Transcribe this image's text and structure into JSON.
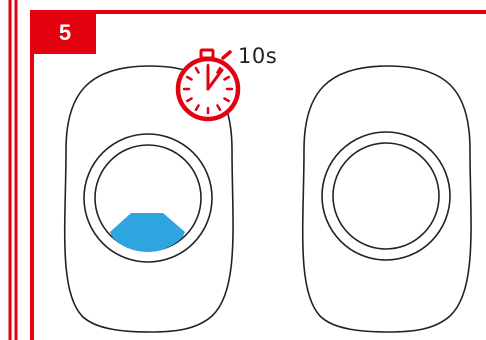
{
  "step": {
    "number": "5"
  },
  "timer": {
    "label": "10s",
    "icon": "stopwatch-icon"
  },
  "devices": [
    {
      "name": "left-doorbell-unit",
      "state": "pressed",
      "indicator": "blue-light"
    },
    {
      "name": "right-doorbell-unit",
      "state": "idle"
    }
  ],
  "colors": {
    "accent": "#e3000f",
    "indicator": "#2ea5e0",
    "outline": "#222222"
  }
}
